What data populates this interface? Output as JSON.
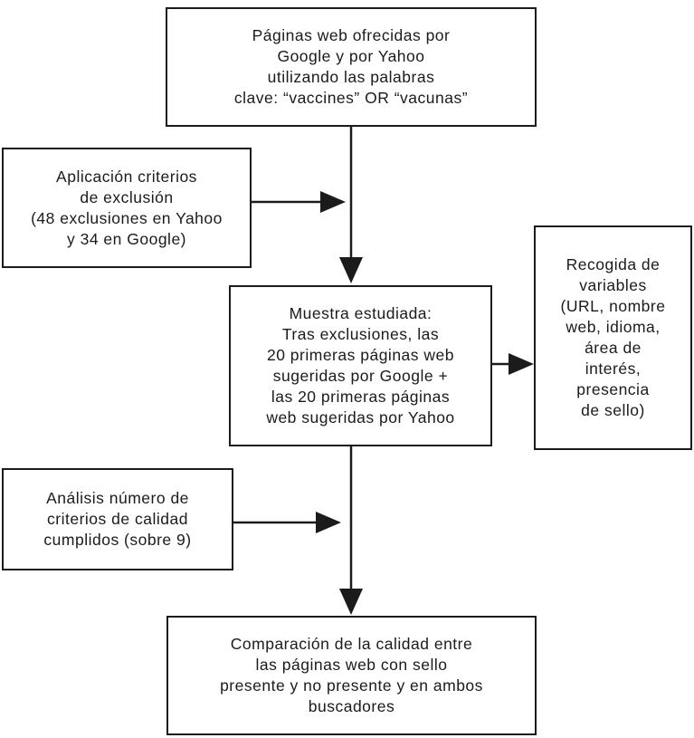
{
  "diagram": {
    "colors": {
      "line": "#1b1b1b",
      "text": "#1b1b1b",
      "background": "#ffffff"
    },
    "boxes": {
      "search": {
        "text": "Páginas web ofrecidas por\nGoogle y por Yahoo\nutilizando las palabras\nclave: “vaccines” OR “vacunas”"
      },
      "exclusion": {
        "text": "Aplicación criterios\nde exclusión\n(48 exclusiones en Yahoo\ny 34 en Google)"
      },
      "sample": {
        "text": "Muestra estudiada:\nTras exclusiones, las\n20 primeras páginas web\nsugeridas por Google +\nlas 20 primeras páginas\nweb sugeridas por Yahoo"
      },
      "variables": {
        "text": "Recogida de\nvariables\n(URL, nombre\nweb, idioma,\nárea de\ninterés,\npresencia\nde sello)"
      },
      "analysis": {
        "text": "Análisis número de\ncriterios de calidad\ncumplidos (sobre 9)"
      },
      "comparison": {
        "text": "Comparación de la calidad entre\nlas páginas web con sello\npresente y no presente y en ambos\nbuscadores"
      }
    }
  }
}
